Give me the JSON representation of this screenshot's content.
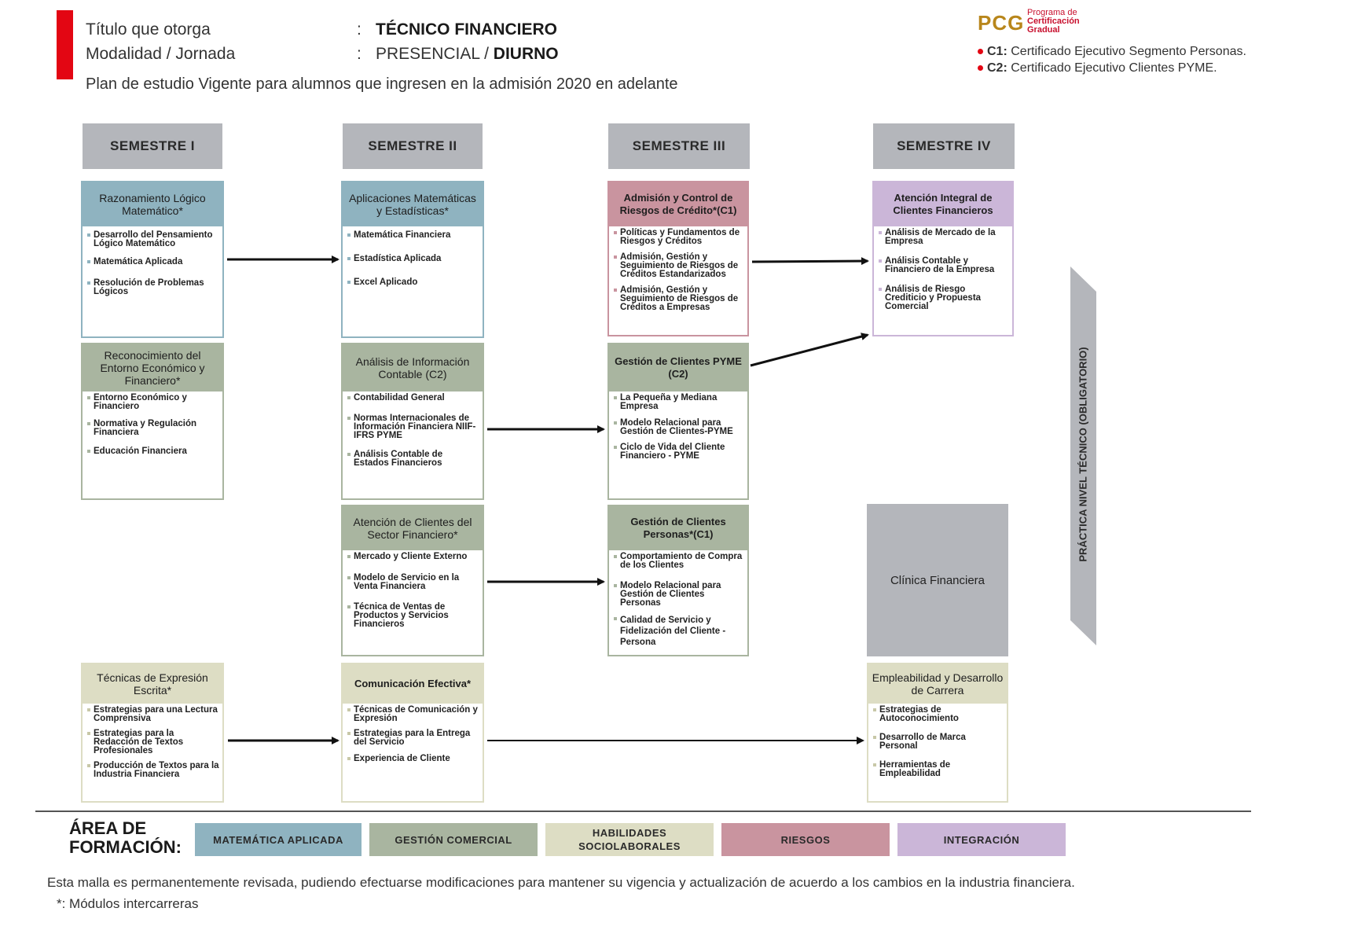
{
  "header": {
    "titulo_label": "Título que otorga",
    "titulo_colon": ":",
    "titulo_value": "TÉCNICO FINANCIERO",
    "modalidad_label": "Modalidad / Jornada",
    "modalidad_colon": ":",
    "modalidad_value": "PRESENCIAL /",
    "jornada_value": "DIURNO",
    "subtitle": "Plan de estudio Vigente para alumnos que ingresen en la admisión 2020 en adelante"
  },
  "brand": {
    "mark": "PCG",
    "line1": "Programa de",
    "line2": "Certificación",
    "line3": "Gradual",
    "c1_code": "C1:",
    "c1_text": "Certificado Ejecutivo Segmento Personas.",
    "c2_code": "C2:",
    "c2_text": "Certificado Ejecutivo Clientes PYME.",
    "accent_color": "#e30613",
    "brand_color": "#b8861b"
  },
  "semesters": [
    "SEMESTRE I",
    "SEMESTRE II",
    "SEMESTRE III",
    "SEMESTRE IV"
  ],
  "courses": {
    "s1_mat": {
      "title": "Razonamiento Lógico Matemático*",
      "items": [
        "Desarrollo del Pensamiento Lógico Matemático",
        "Matemática Aplicada",
        "Resolución de Problemas Lógicos"
      ]
    },
    "s1_com": {
      "title": "Reconocimiento del Entorno Económico y Financiero*",
      "items": [
        "Entorno Económico y Financiero",
        "Normativa y Regulación Financiera",
        "Educación Financiera"
      ]
    },
    "s1_hab": {
      "title": "Técnicas de Expresión Escrita*",
      "items": [
        "Estrategias para una Lectura Comprensiva",
        "Estrategias para la Redacción de Textos Profesionales",
        "Producción de Textos para la Industria Financiera"
      ]
    },
    "s2_mat": {
      "title": "Aplicaciones Matemáticas y Estadísticas*",
      "items": [
        "Matemática Financiera",
        "Estadística Aplicada",
        "Excel Aplicado"
      ]
    },
    "s2_com1": {
      "title": "Análisis de Información Contable (C2)",
      "items": [
        "Contabilidad General",
        "Normas Internacionales de Información Financiera NIIF-IFRS PYME",
        "Análisis Contable de Estados Financieros"
      ]
    },
    "s2_com2": {
      "title": "Atención de Clientes del Sector Financiero*",
      "items": [
        "Mercado y Cliente Externo",
        "Modelo de Servicio en la Venta Financiera",
        "Técnica de Ventas de Productos y Servicios Financieros"
      ]
    },
    "s2_hab": {
      "title": "Comunicación Efectiva*",
      "items": [
        "Técnicas de Comunicación y Expresión",
        "Estrategias para la Entrega del Servicio",
        "Experiencia de Cliente"
      ]
    },
    "s3_rie": {
      "title": "Admisión y Control de Riesgos de Crédito*(C1)",
      "items": [
        "Políticas y Fundamentos de Riesgos y Créditos",
        "Admisión, Gestión y Seguimiento de Riesgos de Créditos Estandarizados",
        "Admisión, Gestión y Seguimiento de Riesgos de Créditos a Empresas"
      ]
    },
    "s3_com1": {
      "title": "Gestión de Clientes PYME (C2)",
      "items": [
        "La Pequeña y Mediana Empresa",
        "Modelo Relacional para Gestión de Clientes-PYME",
        "Ciclo de Vida del Cliente Financiero - PYME"
      ]
    },
    "s3_com2": {
      "title": "Gestión de Clientes Personas*(C1)",
      "items": [
        "Comportamiento de Compra de los Clientes",
        "Modelo Relacional para Gestión de Clientes Personas",
        "Calidad de Servicio y Fidelización del Cliente - Persona"
      ]
    },
    "s4_int": {
      "title": "Atención Integral de Clientes Financieros",
      "items": [
        "Análisis de Mercado de la Empresa",
        "Análisis Contable y Financiero de la Empresa",
        "Análisis de Riesgo Crediticio y Propuesta Comercial"
      ]
    },
    "s4_clinica": {
      "title": "Clínica Financiera"
    },
    "s4_hab": {
      "title": "Empleabilidad y Desarrollo de Carrera",
      "items": [
        "Estrategias de Autoconocimiento",
        "Desarrollo de Marca Personal",
        "Herramientas de Empleabilidad"
      ]
    }
  },
  "practica": "PRÁCTICA NIVEL TÉCNICO (OBLIGATORIO)",
  "legend": {
    "title_line1": "ÁREA DE",
    "title_line2": "FORMACIÓN:",
    "areas": [
      {
        "label": "MATEMÁTICA APLICADA",
        "color": "#8fb3c0"
      },
      {
        "label": "GESTIÓN COMERCIAL",
        "color": "#a9b5a0"
      },
      {
        "label": "HABILIDADES SOCIOLABORALES",
        "color": "#ddddc4"
      },
      {
        "label": "RIESGOS",
        "color": "#c9949f"
      },
      {
        "label": "INTEGRACIÓN",
        "color": "#cbb6d8"
      }
    ]
  },
  "footer": {
    "note": "Esta malla es permanentemente revisada, pudiendo efectuarse modificaciones para mantener su vigencia y actualización de acuerdo a los cambios en la industria financiera.",
    "asterisk": "*: Módulos intercarreras"
  }
}
